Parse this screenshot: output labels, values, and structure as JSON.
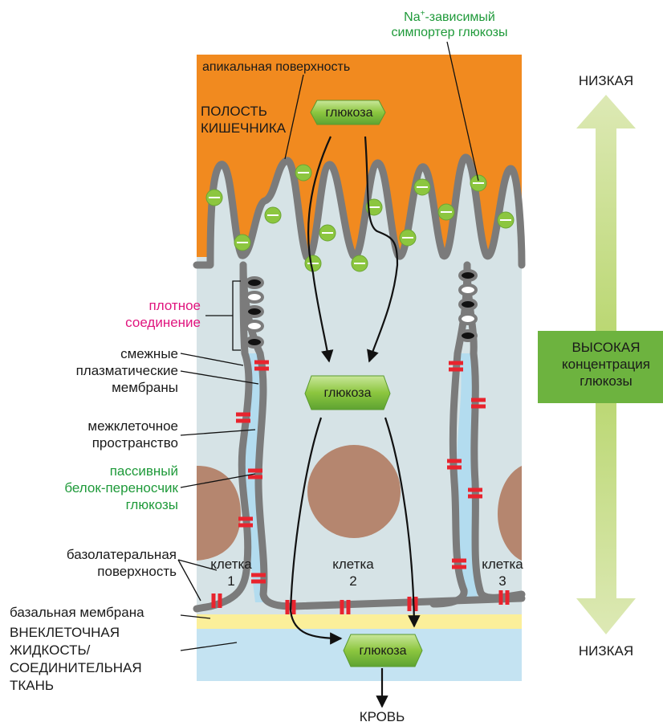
{
  "labels": {
    "symporter_line1_pre": "Na",
    "symporter_sup": "+",
    "symporter_line1_post": "-зависимый",
    "symporter_line2": "симпортер глюкозы",
    "apical_surface": "апикальная поверхность",
    "lumen_line1": "ПОЛОСТЬ",
    "lumen_line2": "КИШЕЧНИКА",
    "tight_junction_line1": "плотное",
    "tight_junction_line2": "соединение",
    "adjacent_line1": "смежные",
    "adjacent_line2": "плазматические",
    "adjacent_line3": "мембраны",
    "intercellular_line1": "межклеточное",
    "intercellular_line2": "пространство",
    "passive_line1": "пассивный",
    "passive_line2": "белок-переносчик",
    "passive_line3": "глюкозы",
    "basolateral_line1": "базолатеральная",
    "basolateral_line2": "поверхность",
    "basal_membrane": "базальная мембрана",
    "ecf_line1": "ВНЕКЛЕТОЧНАЯ",
    "ecf_line2": "ЖИДКОСТЬ/",
    "ecf_line3": "СОЕДИНИТЕЛЬНАЯ",
    "ecf_line4": "ТКАНЬ",
    "blood": "КРОВЬ",
    "cell1_word": "клетка",
    "cell1_num": "1",
    "cell2_word": "клетка",
    "cell2_num": "2",
    "cell3_word": "клетка",
    "cell3_num": "3",
    "glucose_top": "глюкоза",
    "glucose_mid": "глюкоза",
    "glucose_bottom": "глюкоза",
    "gradient_low_top": "НИЗКАЯ",
    "gradient_low_bottom": "НИЗКАЯ",
    "gradient_high_line1": "ВЫСОКАЯ",
    "gradient_high_line2": "концентрация",
    "gradient_high_line3": "глюкозы"
  },
  "colors": {
    "lumen": "#f18a1f",
    "cytoplasm": "#d6e3e6",
    "intercellular": "#b3dcef",
    "membrane": "#7b7b7b",
    "symporter": "#8cc63f",
    "passive_transporter": "#e8242e",
    "tight_junction": "#111111",
    "nucleus": "#b5866f",
    "basal_membrane": "#fbef9a",
    "extracellular": "#c4e3f2",
    "glucose": "#7ec242",
    "gradient_arrow": "#cfe39a",
    "gradient_box": "#6db33f"
  }
}
